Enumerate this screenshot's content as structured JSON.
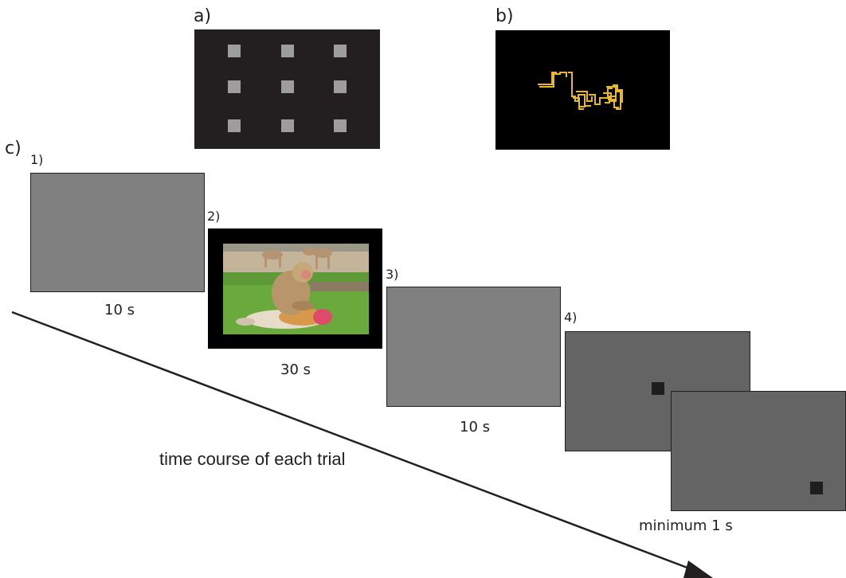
{
  "panels": {
    "a": {
      "label": "a)",
      "background": "#231f20",
      "dot_color": "#9d9d9d",
      "grid": {
        "rows": 3,
        "cols": 3
      }
    },
    "b": {
      "label": "b)",
      "background": "#000000",
      "trace_color": "#e8b630"
    },
    "c": {
      "label": "c)",
      "steps": [
        {
          "number": "1)",
          "duration": "10 s",
          "screen": "gray",
          "color": "#808080"
        },
        {
          "number": "2)",
          "duration": "30 s",
          "screen": "video-frame-macaques",
          "color": "#000000"
        },
        {
          "number": "3)",
          "duration": "10 s",
          "screen": "gray",
          "color": "#808080"
        },
        {
          "number": "4)",
          "duration": "minimum 1 s",
          "screen": "gray-with-target-square",
          "color": "#646464"
        }
      ],
      "arrow_label": "time course of each trial"
    }
  }
}
